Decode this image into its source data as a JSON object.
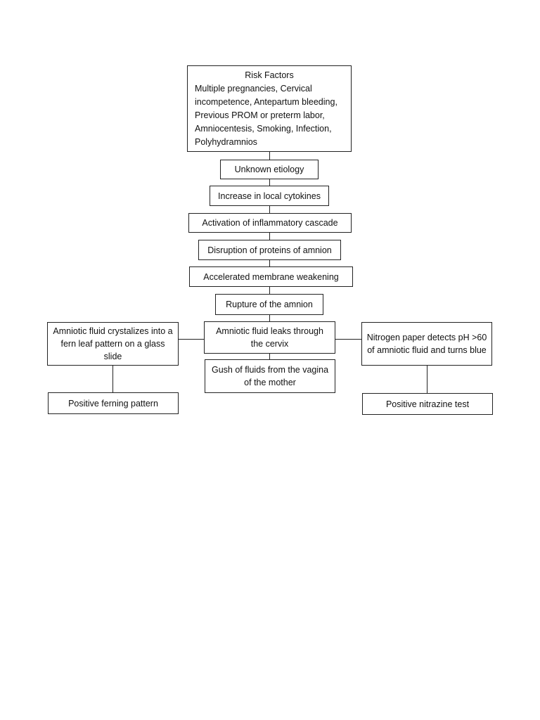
{
  "risk_box": {
    "title": "Risk Factors",
    "body": "Multiple pregnancies, Cervical incompetence, Antepartum bleeding, Previous PROM or preterm labor, Amniocentesis, Smoking, Infection, Polyhydramnios"
  },
  "center_chain": [
    "Unknown etiology",
    "Increase in local cytokines",
    "Activation of inflammatory cascade",
    "Disruption of proteins of amnion",
    "Accelerated membrane weakening",
    "Rupture of the amnion",
    "Amniotic fluid leaks through the cervix",
    "Gush of fluids from the vagina of the mother"
  ],
  "left_branch": {
    "box": "Amniotic fluid crystalizes into a fern leaf pattern on a glass slide",
    "result": "Positive ferning pattern"
  },
  "right_branch": {
    "box": "Nitrogen paper detects pH >60 of amniotic fluid and turns blue",
    "result": "Positive nitrazine test"
  }
}
